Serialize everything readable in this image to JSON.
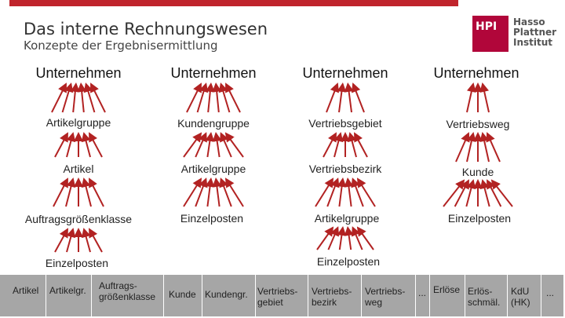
{
  "header": {
    "title": "Das interne Rechnungswesen",
    "subtitle": "Konzepte der Ergebnisermittlung"
  },
  "logo": {
    "badge": "HPI",
    "line1": "Hasso",
    "line2": "Plattner",
    "line3": "Institut"
  },
  "colors": {
    "accent": "#c0242c",
    "logo": "#b1063a",
    "bar": "#a6a6a6",
    "arrow": "#b22222"
  },
  "columns": [
    {
      "top": "Unternehmen",
      "levels": [
        "Artikelgruppe",
        "Artikel",
        "Auftragsgrößenklasse",
        "Einzelposten"
      ]
    },
    {
      "top": "Unternehmen",
      "levels": [
        "Kundengruppe",
        "Artikelgruppe",
        "Einzelposten"
      ]
    },
    {
      "top": "Unternehmen",
      "levels": [
        "Vertriebsgebiet",
        "Vertriebsbezirk",
        "Artikelgruppe",
        "Einzelposten"
      ]
    },
    {
      "top": "Unternehmen",
      "levels": [
        "Vertriebsweg",
        "Kunde",
        "Einzelposten"
      ]
    }
  ],
  "bottom_bar": [
    {
      "line1": "Artikel"
    },
    {
      "line1": "Artikelgr."
    },
    {
      "line1": "Auftrags-",
      "line2": "größenklasse"
    },
    {
      "line1": "Kunde"
    },
    {
      "line1": "Kundengr."
    },
    {
      "line1": "Vertriebs-",
      "line2": "gebiet"
    },
    {
      "line1": "Vertriebs-",
      "line2": "bezirk"
    },
    {
      "line1": "Vertriebs-",
      "line2": "weg"
    },
    {
      "line1": "..."
    },
    {
      "line1": "Erlöse"
    },
    {
      "line1": "Erlös-",
      "line2": "schmäl."
    },
    {
      "line1": "KdU",
      "line2": "(HK)"
    },
    {
      "line1": "..."
    }
  ]
}
